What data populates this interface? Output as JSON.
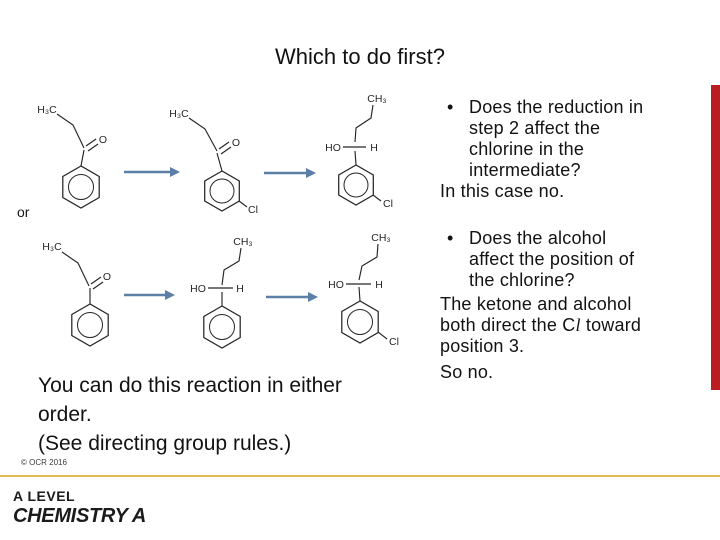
{
  "title": "Which to do first?",
  "or_label": "or",
  "diagram": {
    "labels": {
      "h3c": "H₃C",
      "ch3": "CH₃",
      "ho": "HO",
      "h": "H",
      "o": "O",
      "cl": "Cl"
    },
    "arrow_color": "#5b7fa6"
  },
  "bullets": {
    "marker": "•",
    "b1_lines": [
      "Does the reduction in",
      "step 2 affect the",
      "chlorine in the",
      "intermediate?"
    ],
    "a1": "In this case no.",
    "b2_lines": [
      "Does the alcohol",
      "affect the position of",
      "the chlorine?"
    ],
    "a2_line1": "The ketone and alcohol",
    "a2_line2_pre": "both direct the ",
    "a2_cl_c": "C",
    "a2_cl_l": "l",
    "a2_line2_post": " toward",
    "a2_line3": "position 3.",
    "a2_conclusion": "So no."
  },
  "note_lines": [
    "You can do this reaction in either",
    "order.",
    "(See directing group rules.)"
  ],
  "footer": {
    "copyright": "© OCR 2016",
    "brand_top": "A LEVEL",
    "brand_bottom": "CHEMISTRY A",
    "rule_color": "#e0bc4e",
    "accent_bar_color": "#b91d22"
  }
}
